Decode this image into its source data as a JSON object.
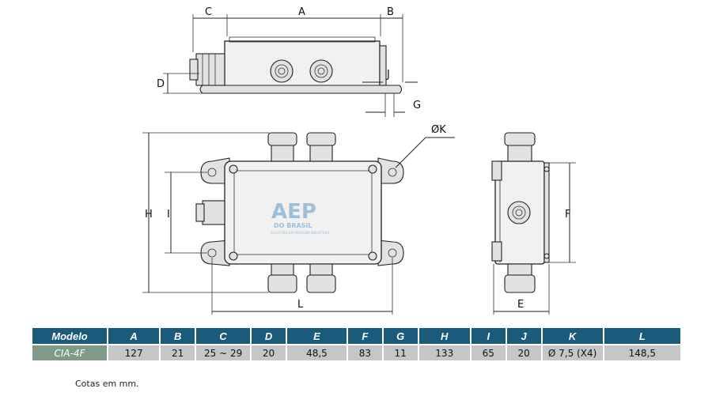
{
  "dimension_labels": {
    "A": "A",
    "B": "B",
    "C": "C",
    "D": "D",
    "J": "J",
    "G": "G",
    "K": "ØK",
    "H": "H",
    "I": "I",
    "L": "L",
    "F": "F",
    "E": "E"
  },
  "logo": {
    "text": "AEP",
    "subtext": "DO BRASIL",
    "tagline": "SOLUÇÕES EM PESAGEM INDUSTRIAL"
  },
  "table": {
    "headers": [
      "Modelo",
      "A",
      "B",
      "C",
      "D",
      "E",
      "F",
      "G",
      "H",
      "I",
      "J",
      "K",
      "L"
    ],
    "rows": [
      [
        "CIA-4F",
        "127",
        "21",
        "25 ~ 29",
        "20",
        "48,5",
        "83",
        "11",
        "133",
        "65",
        "20",
        "Ø 7,5 (X4)",
        "148,5"
      ]
    ]
  },
  "note": "Cotas em mm."
}
